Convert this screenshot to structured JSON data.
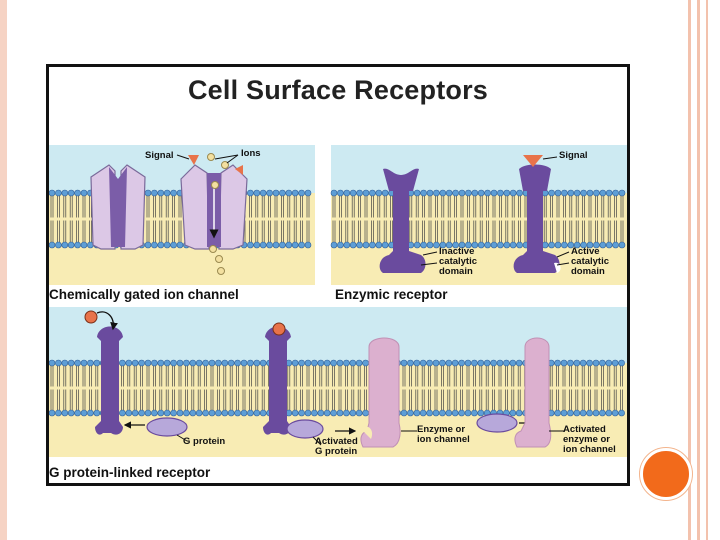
{
  "figure": {
    "title": "Cell Surface Receptors",
    "panels": {
      "ion_channel": {
        "label": "Chemically gated ion channel",
        "signal": "Signal",
        "ions": "Ions"
      },
      "enzymic": {
        "label": "Enzymic receptor",
        "signal": "Signal",
        "inactive_line1": "Inactive",
        "inactive_line2": "catalytic",
        "inactive_line3": "domain",
        "active_line1": "Active",
        "active_line2": "catalytic",
        "active_line3": "domain"
      },
      "g_protein": {
        "label": "G protein-linked receptor",
        "g_protein": "G protein",
        "activated_g_line1": "Activated",
        "activated_g_line2": "G protein",
        "enzyme_line1": "Enzyme or",
        "enzyme_line2": "ion channel",
        "activated_enzyme_line1": "Activated",
        "activated_enzyme_line2": "enzyme or",
        "activated_enzyme_line3": "ion channel"
      }
    }
  },
  "colors": {
    "extracellular": "#cdeaf2",
    "cytoplasm": "#f8ecb4",
    "lipid_head": "#5d9ed6",
    "receptor_purple": "#6a4b9e",
    "channel_lavender": "#dcc8e6",
    "enzyme_pink": "#dcb0cf",
    "signal_red": "#e8734a",
    "accent_orange": "#f26a1b",
    "border_rule": "#f3c2ad"
  }
}
